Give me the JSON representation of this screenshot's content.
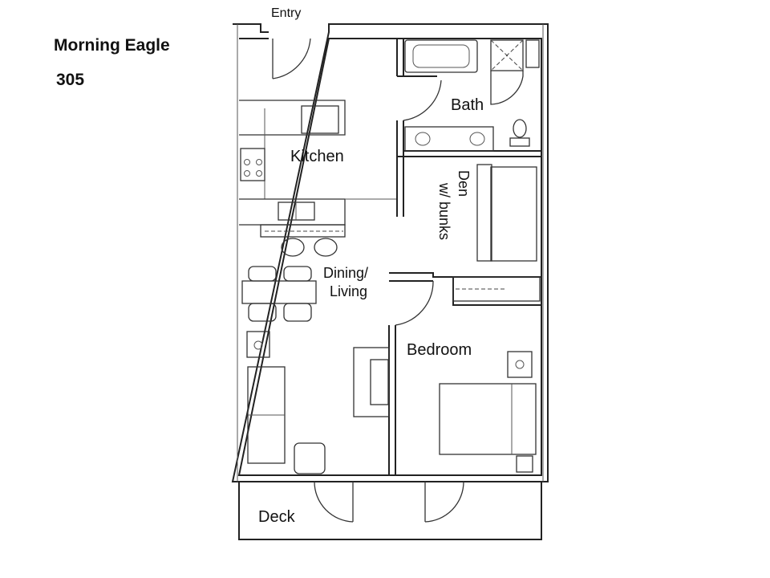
{
  "header": {
    "property_name": "Morning Eagle",
    "unit_number": "305"
  },
  "rooms": {
    "entry": "Entry",
    "kitchen": "Kitchen",
    "bath": "Bath",
    "den_line1": "Den",
    "den_line2": "w/ bunks",
    "dining_line1": "Dining/",
    "dining_line2": "Living",
    "bedroom": "Bedroom",
    "deck": "Deck"
  },
  "colors": {
    "line": "#222222",
    "background": "#ffffff"
  }
}
